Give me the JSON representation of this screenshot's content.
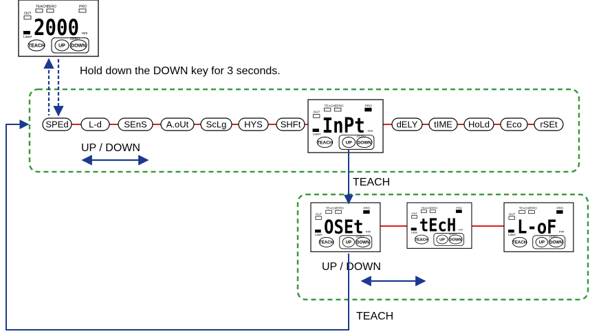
{
  "instruction": "Hold down the DOWN key for 3 seconds.",
  "main_loop": {
    "items": [
      "SPEd",
      "L-d",
      "SEnS",
      "A.oUt",
      "ScLg",
      "HYS",
      "SHFt",
      "dELY",
      "tIME",
      "HoLd",
      "Eco",
      "rSEt"
    ],
    "updown_label": "UP / DOWN"
  },
  "teach_label_1": "TEACH",
  "teach_label_2": "TEACH",
  "sub_loop": {
    "updown_label": "UP / DOWN"
  },
  "displays": {
    "top": "2000",
    "main": "InPt",
    "sub": [
      "OSEt",
      "tEcH",
      "L-oF"
    ]
  },
  "panel": {
    "out": "OUT",
    "teach": "TEACH",
    "zero": "ZERO",
    "pro": "PRO",
    "laser": "Laser",
    "unit": "mm",
    "btn_teach": "TEACH",
    "btn_up": "UP",
    "btn_down": "DOWN"
  },
  "colors": {
    "arrow": "#1a3a8f",
    "green_dash": "#3a9a3a",
    "red_line": "#d42020"
  }
}
